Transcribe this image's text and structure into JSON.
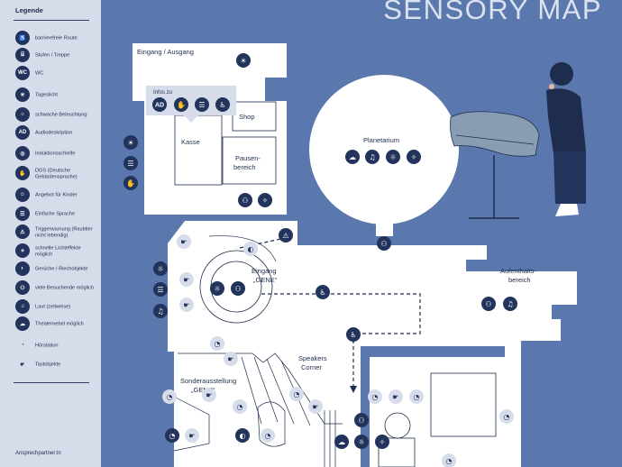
{
  "legend": {
    "title": "Legende",
    "items": [
      {
        "icon": "wheelchair-icon",
        "label": "barrierefreie Route"
      },
      {
        "icon": "stairs-icon",
        "label": "Stufen / Treppe"
      },
      {
        "icon": "wc-icon",
        "label": "WC"
      },
      {
        "icon": "sun-icon",
        "label": "Tageslicht"
      },
      {
        "icon": "dim-light-icon",
        "label": "schwache Beleuchtung"
      },
      {
        "icon": "ad-icon",
        "label": "Audiodeskription",
        "glyph": "AD"
      },
      {
        "icon": "hearing-loop-icon",
        "label": "Induktionsschleife"
      },
      {
        "icon": "sign-language-icon",
        "label": "DGS (Deutsche Gebärdensprache)"
      },
      {
        "icon": "child-icon",
        "label": "Angebot für Kinder"
      },
      {
        "icon": "easy-language-icon",
        "label": "Einfache Sprache"
      },
      {
        "icon": "warning-icon",
        "label": "Triggerwarnung (Raubtier nicht lebendig)"
      },
      {
        "icon": "flash-icon",
        "label": "schnelle Lichteffekte möglich"
      },
      {
        "icon": "smell-icon",
        "label": "Gerüche / Riechobjekte"
      },
      {
        "icon": "crowd-icon",
        "label": "viele Besuchende möglich"
      },
      {
        "icon": "loud-icon",
        "label": "Laut (zeitweise)"
      },
      {
        "icon": "fog-icon",
        "label": "Theaternebel möglich"
      },
      {
        "icon": "ear-icon",
        "label": "Hörstation"
      },
      {
        "icon": "touch-icon",
        "label": "Tastobjekte"
      }
    ],
    "contact": "Ansprechpartner:in"
  },
  "map": {
    "title": "SENSORY MAP",
    "rooms": {
      "entrance": "Eingang / Ausgang",
      "info": "Infos zu",
      "info_ad": "AD",
      "kasse": "Kasse",
      "shop": "Shop",
      "break_line1": "Pausen-",
      "break_line2": "bereich",
      "planetarium": "Planetarium",
      "gene_line1": "Eingang",
      "gene_line2": "„GENE“",
      "lounge_line1": "Aufenthalts-",
      "lounge_line2": "bereich",
      "speakers_line1": "Speakers",
      "speakers_line2": "Corner",
      "special_line1": "Sonderausstellung",
      "special_line2": "„GENE“"
    }
  },
  "colors": {
    "background": "#5a78ad",
    "floor": "#ffffff",
    "legend_bg": "#d6dce9",
    "icon": "#22345c",
    "title": "#dbe2ef"
  }
}
